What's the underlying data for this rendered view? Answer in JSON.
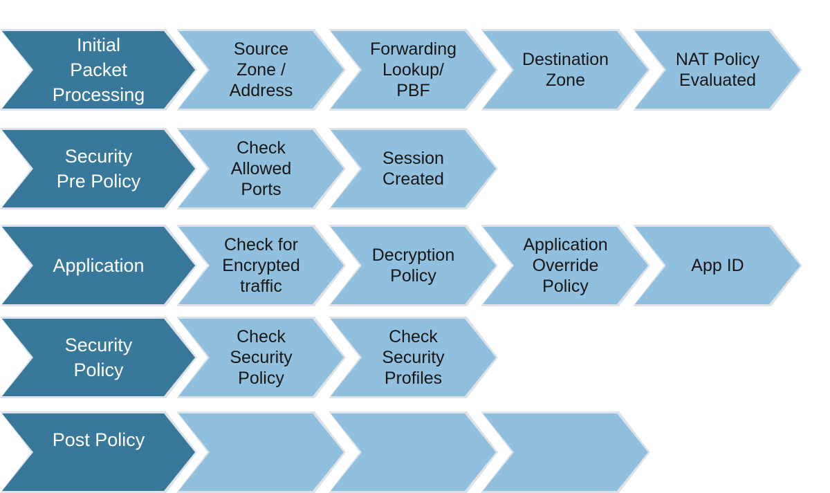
{
  "colors": {
    "dark": "#38799b",
    "light": "#90c0de",
    "outline": "#dde2e8",
    "dark_text": "#ffffff",
    "light_text": "#161616"
  },
  "rows": [
    {
      "header": "Initial\nPacket\nProcessing",
      "steps": [
        "Source\nZone /\nAddress",
        "Forwarding\nLookup/\nPBF",
        "Destination\nZone",
        "NAT Policy\nEvaluated"
      ]
    },
    {
      "header": "Security\nPre Policy",
      "steps": [
        "Check\nAllowed\nPorts",
        "Session\nCreated"
      ]
    },
    {
      "header": "Application",
      "steps": [
        "Check for\nEncrypted\ntraffic",
        "Decryption\nPolicy",
        "Application\nOverride\nPolicy",
        "App ID"
      ]
    },
    {
      "header": "Security\nPolicy",
      "steps": [
        "Check\nSecurity\nPolicy",
        "Check\nSecurity\nProfiles"
      ]
    },
    {
      "header": "Post Policy",
      "steps": [
        "",
        "",
        ""
      ]
    }
  ]
}
